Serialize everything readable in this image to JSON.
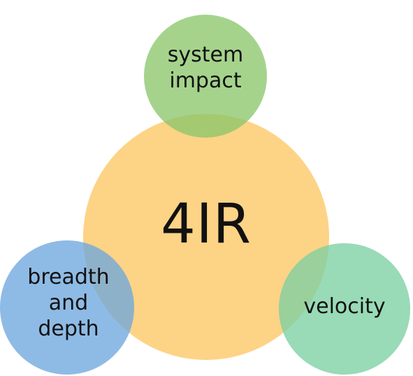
{
  "diagram": {
    "center": {
      "label": "4IR",
      "color": "#FDD180"
    },
    "circles": [
      {
        "id": "system-impact",
        "lines": [
          "system",
          "impact"
        ],
        "color": "#8CC66B"
      },
      {
        "id": "breadth-and-depth",
        "lines": [
          "breadth",
          "and",
          "depth"
        ],
        "color": "#6EA8DE"
      },
      {
        "id": "velocity",
        "lines": [
          "velocity"
        ],
        "color": "#7CCFA3"
      }
    ]
  }
}
